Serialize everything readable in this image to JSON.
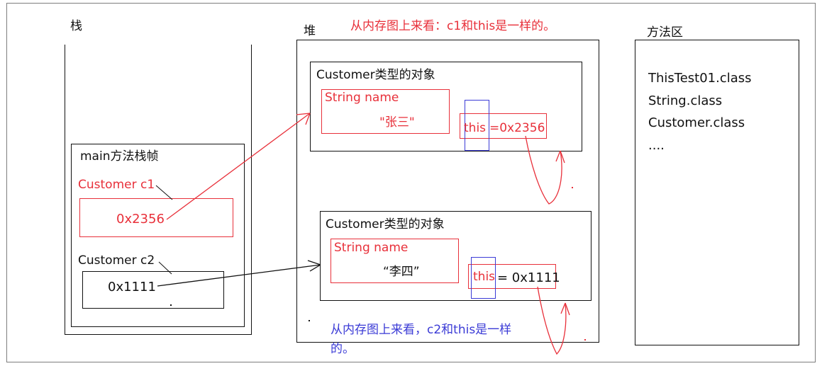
{
  "stack": {
    "title": "栈",
    "frame_title": "main方法栈帧",
    "c1_label": "Customer c1",
    "c1_value": "0x2356",
    "c2_label": "Customer c2",
    "c2_value": "0x1111"
  },
  "heap": {
    "title": "堆",
    "note_top": "从内存图上来看：c1和this是一样的。",
    "obj1": {
      "title": "Customer类型的对象",
      "field": "String name",
      "field_value": "\"张三\"",
      "this_label": "this",
      "this_value": "=0x2356"
    },
    "obj2": {
      "title": "Customer类型的对象",
      "field": "String name",
      "field_value": "“李四”",
      "this_label": "this",
      "this_value": "= 0x1111"
    },
    "note_bottom_line1": "从内存图上来看，c2和this是一样",
    "note_bottom_line2": "的。"
  },
  "method_area": {
    "title": "方法区",
    "items": [
      "ThisTest01.class",
      "String.class",
      "Customer.class",
      "...."
    ]
  },
  "colors": {
    "red": "#e8303a",
    "blue": "#3b3bd6",
    "black": "#111111"
  }
}
